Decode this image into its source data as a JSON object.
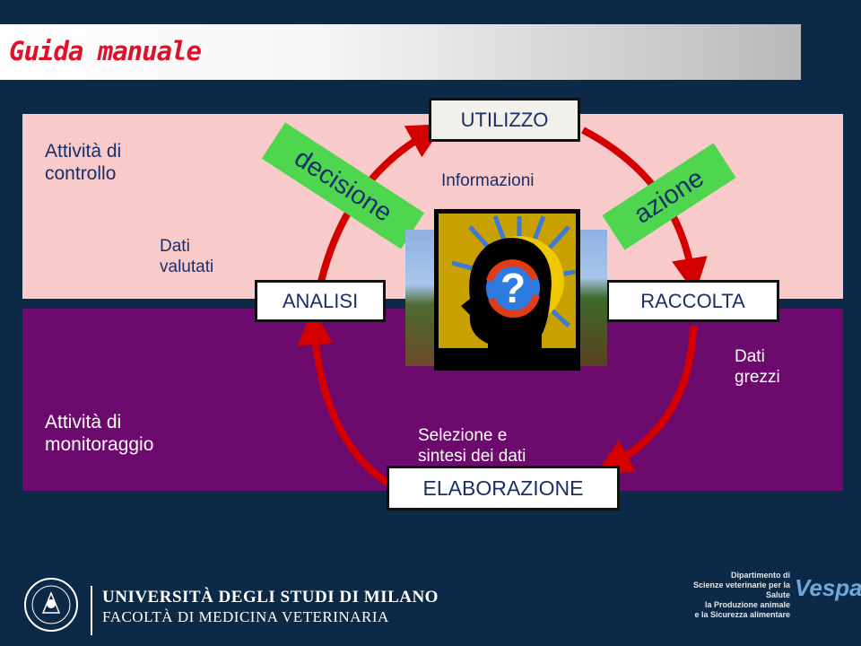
{
  "header": {
    "title": "Guida manuale"
  },
  "labels": {
    "attivita_controllo": [
      "Attività  di",
      "controllo"
    ],
    "dati_valutati": [
      "Dati",
      "valutati"
    ],
    "informazioni": "Informazioni",
    "dati_grezzi": [
      "Dati",
      "grezzi"
    ],
    "attivita_monitoraggio": [
      "Attività  di",
      "monitoraggio"
    ],
    "selezione": [
      "Selezione e",
      "sintesi dei dati"
    ]
  },
  "boxes": {
    "utilizzo": "UTILIZZO",
    "analisi": "ANALISI",
    "raccolta": "RACCOLTA",
    "elaborazione": "ELABORAZIONE"
  },
  "tags": {
    "decisione": "decisione",
    "azione": "azione"
  },
  "center_image": {
    "glyph": "?"
  },
  "footer": {
    "university_line1": "UNIVERSITÀ DEGLI STUDI DI MILANO",
    "university_line2": "FACOLTÀ DI MEDICINA VETERINARIA",
    "department": [
      "Dipartimento di",
      "Scienze veterinarie per la Salute",
      "la Produzione animale",
      "e la Sicurezza alimentare"
    ],
    "logo_text": "Vespa"
  },
  "colors": {
    "title_red": "#e0102a",
    "top_band": "#f9caca",
    "bottom_band": "#6d0a6d",
    "cycle_red": "#d40000",
    "tag_green": "#4fd64f",
    "text_navy": "#1a2e6a",
    "background": "#0c2a48"
  }
}
